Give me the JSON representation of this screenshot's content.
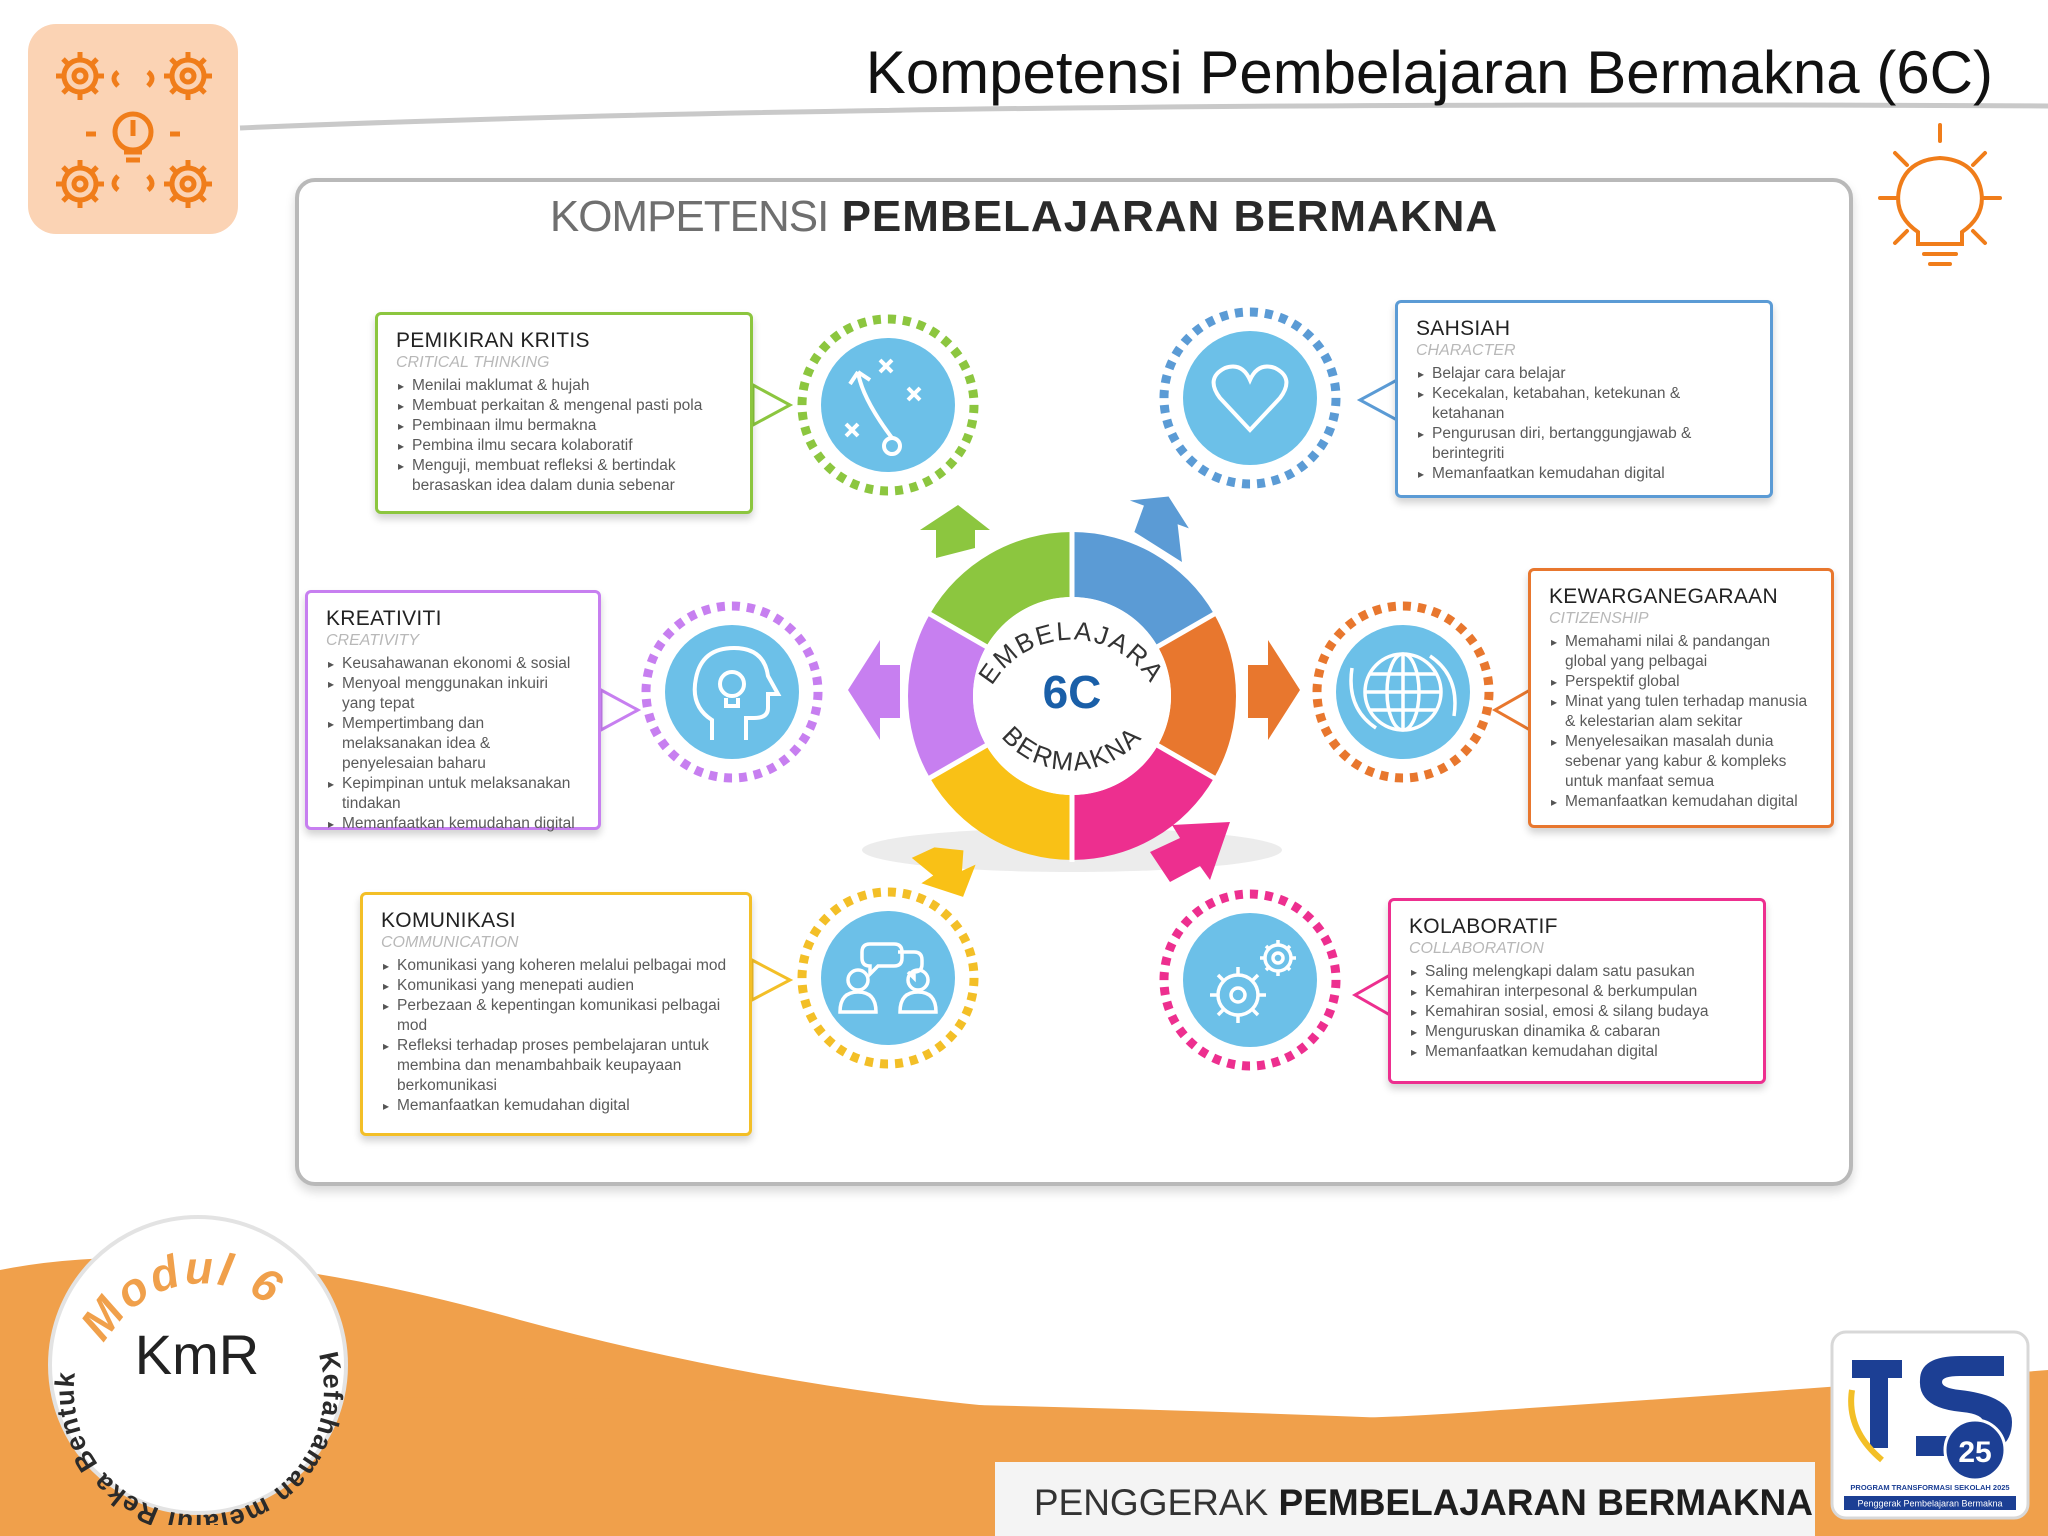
{
  "slide": {
    "title": "Kompetensi Pembelajaran Bermakna (6C)"
  },
  "infographic": {
    "title_light": "KOMPETENSI",
    "title_bold": "PEMBELAJARAN BERMAKNA",
    "center": {
      "top_text": "PEMBELAJARAN",
      "main": "6C",
      "bottom_text": "BERMAKNA"
    },
    "cards": [
      {
        "id": "critical",
        "title": "PEMIKIRAN KRITIS",
        "subtitle": "CRITICAL THINKING",
        "color": "#8cc63f",
        "icon": "strategy-play-icon",
        "items": [
          "Menilai maklumat & hujah",
          "Membuat perkaitan & mengenal pasti pola",
          "Pembinaan ilmu bermakna",
          "Pembina ilmu secara kolaboratif",
          "Menguji, membuat refleksi & bertindak berasaskan idea dalam dunia sebenar"
        ]
      },
      {
        "id": "character",
        "title": "SAHSIAH",
        "subtitle": "CHARACTER",
        "color": "#5b9bd5",
        "icon": "heart-icon",
        "items": [
          "Belajar cara belajar",
          "Kecekalan, ketabahan, ketekunan & ketahanan",
          "Pengurusan diri, bertanggungjawab & berintegriti",
          "Memanfaatkan kemudahan digital"
        ]
      },
      {
        "id": "creativity",
        "title": "KREATIVITI",
        "subtitle": "CREATIVITY",
        "color": "#c77ff0",
        "icon": "head-lightbulb-icon",
        "items": [
          "Keusahawanan ekonomi & sosial",
          "Menyoal menggunakan inkuiri yang tepat",
          "Mempertimbang dan melaksanakan idea & penyelesaian baharu",
          "Kepimpinan untuk melaksanakan tindakan",
          "Memanfaatkan kemudahan digital"
        ]
      },
      {
        "id": "citizenship",
        "title": "KEWARGANEGARAAN",
        "subtitle": "CITIZENSHIP",
        "color": "#e8772e",
        "icon": "globe-icon",
        "items": [
          "Memahami nilai & pandangan global yang pelbagai",
          "Perspektif global",
          "Minat yang tulen terhadap manusia & kelestarian alam sekitar",
          "Menyelesaikan masalah dunia sebenar yang kabur & kompleks untuk manfaat semua",
          "Memanfaatkan kemudahan digital"
        ]
      },
      {
        "id": "communication",
        "title": "KOMUNIKASI",
        "subtitle": "COMMUNICATION",
        "color": "#f3bf27",
        "icon": "people-chat-icon",
        "items": [
          "Komunikasi yang koheren melalui pelbagai mod",
          "Komunikasi yang menepati audien",
          "Perbezaan & kepentingan komunikasi pelbagai mod",
          "Refleksi terhadap proses pembelajaran untuk membina dan menambahbaik keupayaan berkomunikasi",
          "Memanfaatkan kemudahan digital"
        ]
      },
      {
        "id": "collaboration",
        "title": "KOLABORATIF",
        "subtitle": "COLLABORATION",
        "color": "#ed2f8f",
        "icon": "gears-icon",
        "items": [
          "Saling melengkapi dalam satu pasukan",
          "Kemahiran interpesonal & berkumpulan",
          "Kemahiran sosial, emosi & silang budaya",
          "Menguruskan dinamika & cabaran",
          "Memanfaatkan kemudahan digital"
        ]
      }
    ]
  },
  "badge": {
    "top_text": "Modul 6",
    "side_text": "Kefahaman melalui Reka Bentuk",
    "center": "KmR"
  },
  "footer": {
    "light": "PENGGERAK",
    "bold": "PEMBELAJARAN BERMAKNA"
  },
  "ts_logo": {
    "number": "25",
    "line1": "PROGRAM TRANSFORMASI SEKOLAH 2025",
    "line2": "Penggerak Pembelajaran Bermakna"
  },
  "colors": {
    "orange": "#f0a04b",
    "icon_orange": "#f07d1a",
    "circle_blue": "#6cc0e8"
  }
}
